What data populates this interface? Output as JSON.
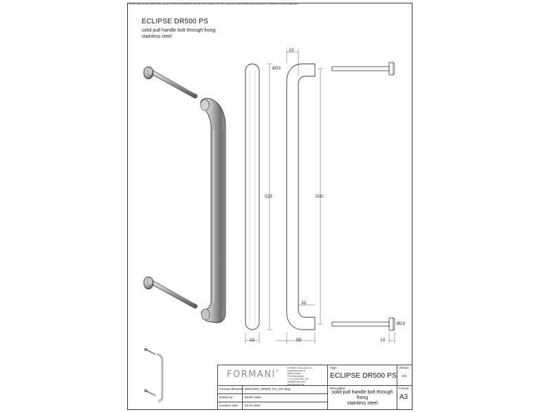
{
  "disclaimer": "All information in this drawing is the property of Formani Holland B.V. and may not be copied, in any way whatsoever without obtaining the permission in writing from Formani Holland B.V.",
  "header": {
    "title": "ECLIPSE DR500 PS",
    "subtitle_line1": "solid pull handle bolt through fixing",
    "subtitle_line2": "stainless steel"
  },
  "dimensions": {
    "top_width": "23",
    "bar_diameter": "Ø23",
    "overall_length": "523",
    "center_length": "500",
    "inner_offset": "33",
    "bottom_width": "23",
    "projection": "55",
    "bolt_length": "10",
    "bolt_diameter": "Ø23"
  },
  "title_block": {
    "logo": "FORMANI",
    "logo_mark": "®",
    "company_lines": [
      "FORMANI HOLLAND B.V.",
      "Eindhovensweg 11",
      "5683 AA Best",
      "The Netherlands",
      "T +31 (0)40 2601 390",
      "info@formani.com",
      "www.formani.com"
    ],
    "type_label": "Type",
    "type_value": "ECLIPSE DR500 PS",
    "version_label": "Version",
    "version_value": "V01",
    "filename_label": "Formani filename:",
    "filename_value": "3801G001_DR500_PS_V01.dwg",
    "drawn_label": "Drawn by:",
    "drawn_value": "Benth Aslan",
    "date_label": "Creation date:",
    "date_value": "20-11-2020",
    "description_label": "Description",
    "description_line1": "solid pull handle bolt through",
    "description_line2": "fixing",
    "description_line3": "stainless steel",
    "format_label": "Format",
    "format_value": "A3"
  }
}
